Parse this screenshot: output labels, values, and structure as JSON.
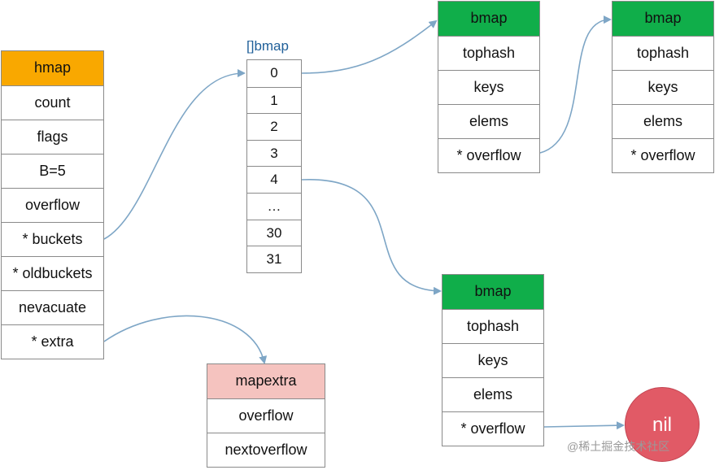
{
  "hmap": {
    "fields": [
      "hmap",
      "count",
      "flags",
      "B=5",
      "overflow",
      "* buckets",
      "* oldbuckets",
      "nevacuate",
      "* extra"
    ]
  },
  "bucket_array": {
    "title": "[]bmap",
    "indices": [
      "0",
      "1",
      "2",
      "3",
      "4",
      "…",
      "30",
      "31"
    ]
  },
  "bmap_first": {
    "fields": [
      "bmap",
      "tophash",
      "keys",
      "elems",
      "* overflow"
    ]
  },
  "bmap_overflow": {
    "fields": [
      "bmap",
      "tophash",
      "keys",
      "elems",
      "* overflow"
    ]
  },
  "bmap_index4": {
    "fields": [
      "bmap",
      "tophash",
      "keys",
      "elems",
      "* overflow"
    ]
  },
  "mapextra": {
    "fields": [
      "mapextra",
      "overflow",
      "nextoverflow"
    ]
  },
  "nil_node": {
    "label": "nil"
  },
  "watermark": {
    "text": "@稀土掘金技术社区"
  },
  "colors": {
    "hmap_header": "#f9a800",
    "bmap_header": "#10ae4a",
    "mapextra_header": "#f5c3bf",
    "nil_fill": "#e15a66",
    "arrow": "#7ea6c6",
    "array_title": "#1f5f99"
  }
}
